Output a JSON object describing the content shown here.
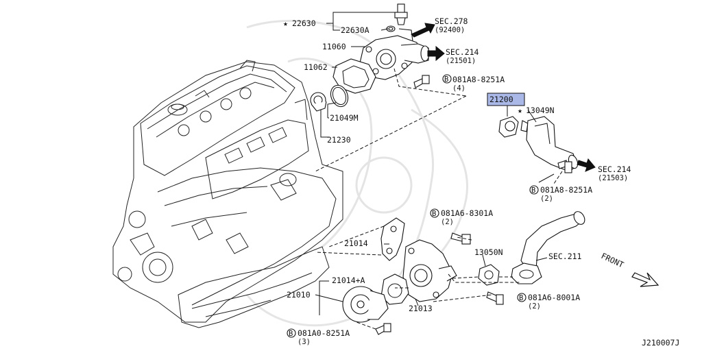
{
  "diagram": {
    "footer_code": "J210007J",
    "front_label": "FRONT",
    "star_glyph": "★",
    "bolt_glyph": "B",
    "highlight_color": "#a9b8e6",
    "parts": {
      "p22630": "22630",
      "p22630A": "22630A",
      "p11060": "11060",
      "p11062": "11062",
      "p21049M": "21049M",
      "p21230": "21230",
      "p21200": "21200",
      "p13049N": "13049N",
      "p21014": "21014",
      "p13050N": "13050N",
      "p21014A": "21014+A",
      "p21010": "21010",
      "p21013": "21013",
      "sec211": "SEC.211"
    },
    "sections": {
      "sec278": "SEC.278",
      "sec278_sub": "(92400)",
      "sec214a": "SEC.214",
      "sec214a_sub": "(21501)",
      "sec214b": "SEC.214",
      "sec214b_sub": "(21503)"
    },
    "bolts": {
      "b1_code": "081A8-8251A",
      "b1_qty": "(4)",
      "b2_code": "081A8-8251A",
      "b2_qty": "(2)",
      "b3_code": "081A6-8301A",
      "b3_qty": "(2)",
      "b4_code": "081A6-8001A",
      "b4_qty": "(2)",
      "b5_code": "081A0-8251A",
      "b5_qty": "(3)"
    }
  }
}
